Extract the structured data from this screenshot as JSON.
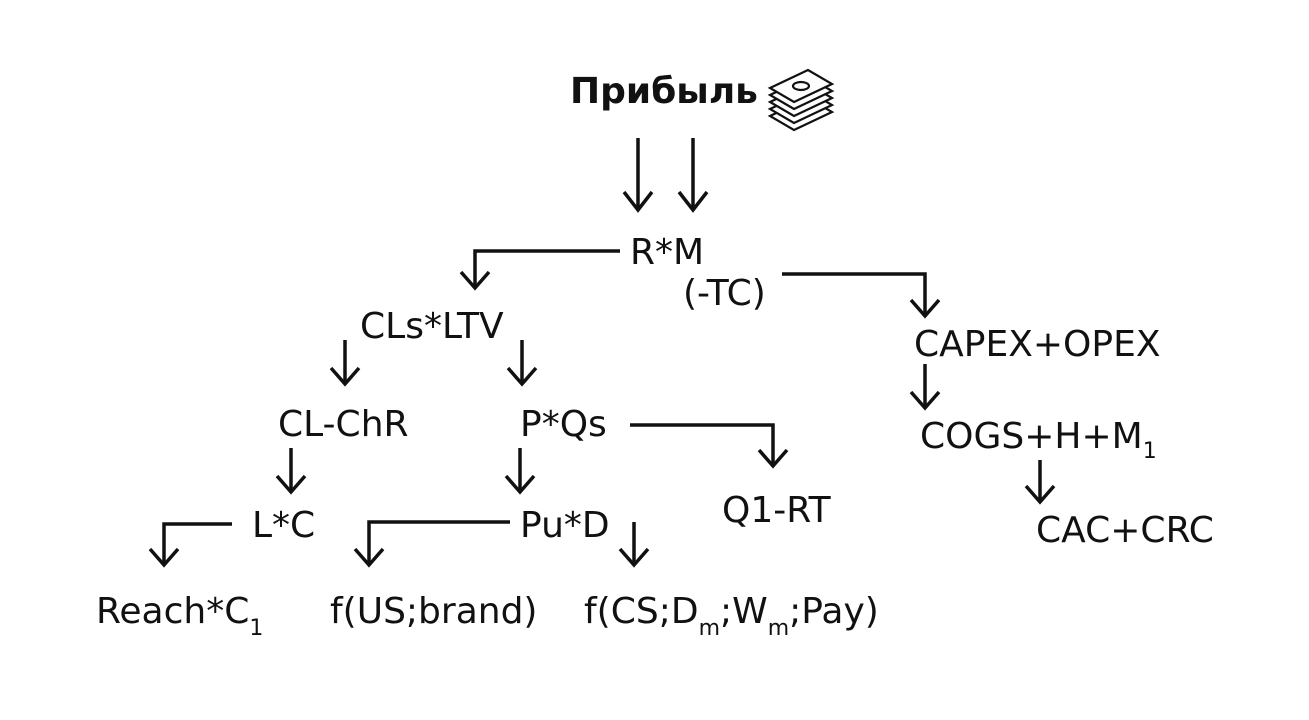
{
  "title": "Прибыль",
  "icon": "money-stack-icon",
  "nodes": {
    "rm": "R*M",
    "tc": "(-TC)",
    "cls_ltv": "CLs*LTV",
    "capex_opex": "CAPEX+OPEX",
    "cl_chr": "CL-ChR",
    "p_qs": "P*Qs",
    "cogs_main": "COGS+H+M",
    "cogs_sub": "1",
    "l_c": "L*C",
    "pu_d": "Pu*D",
    "q1_rt": "Q1-RT",
    "cac_crc": "CAC+CRC",
    "reach_main": "Reach*C",
    "reach_sub": "1",
    "f_us_brand": "f(US;brand)",
    "f_cs_a": "f(CS;D",
    "f_cs_sub1": "m",
    "f_cs_b": ";W",
    "f_cs_sub2": "m",
    "f_cs_c": ";Pay)"
  }
}
